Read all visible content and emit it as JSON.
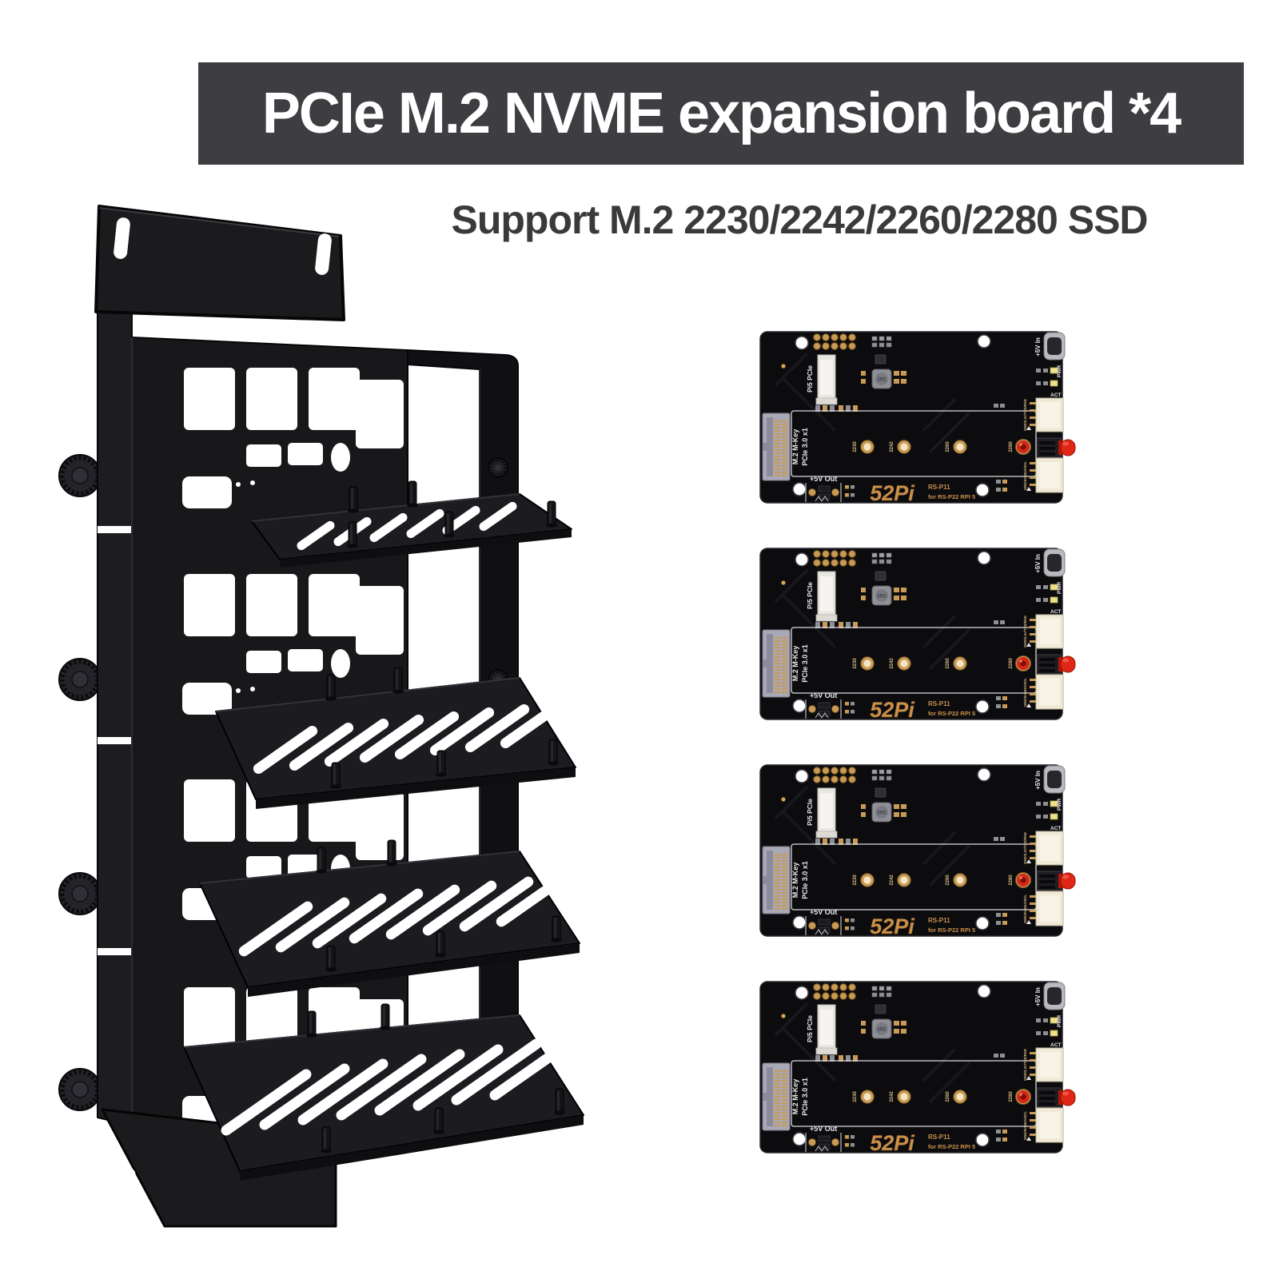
{
  "banner": {
    "title": "PCIe M.2 NVME expansion board *4",
    "bg_color": "#3E3E42",
    "text_color": "#FFFFFF"
  },
  "subtitle": {
    "text": "Support M.2 2230/2242/2260/2280 SSD",
    "color": "#3A3A3D"
  },
  "rack": {
    "description": "black 4-tier metal mounting bracket with vented shelves and thumbscrews",
    "tiers": 4,
    "color": "#19191C"
  },
  "board": {
    "count": 4,
    "colors": {
      "pcb": "#0C0C0F",
      "gold": "#C99A55",
      "logo_gold": "#C98F4A",
      "silkscreen": "#E9E9EC",
      "button_red": "#DF2717"
    },
    "labels": {
      "pi5_pcie": "Pi5 PCIe",
      "m2_key_line1": "M.2 M-Key",
      "m2_key_line2": "PCIe 3.0 x1",
      "v5_out": "+5V Out",
      "v5_in": "+5V In",
      "pwr_led": "PWR",
      "act_led": "ACT",
      "logo": "52Pi",
      "model": "RS-P11",
      "model_for": "for RS-P22 RPI 5",
      "inductor": "2R2",
      "uart_header": "GND/3.3V/TXD/RXD",
      "i2c_header": "GND/5V/SDA/SCL",
      "standoffs": [
        "2230",
        "2242",
        "2260",
        "2280"
      ]
    }
  }
}
